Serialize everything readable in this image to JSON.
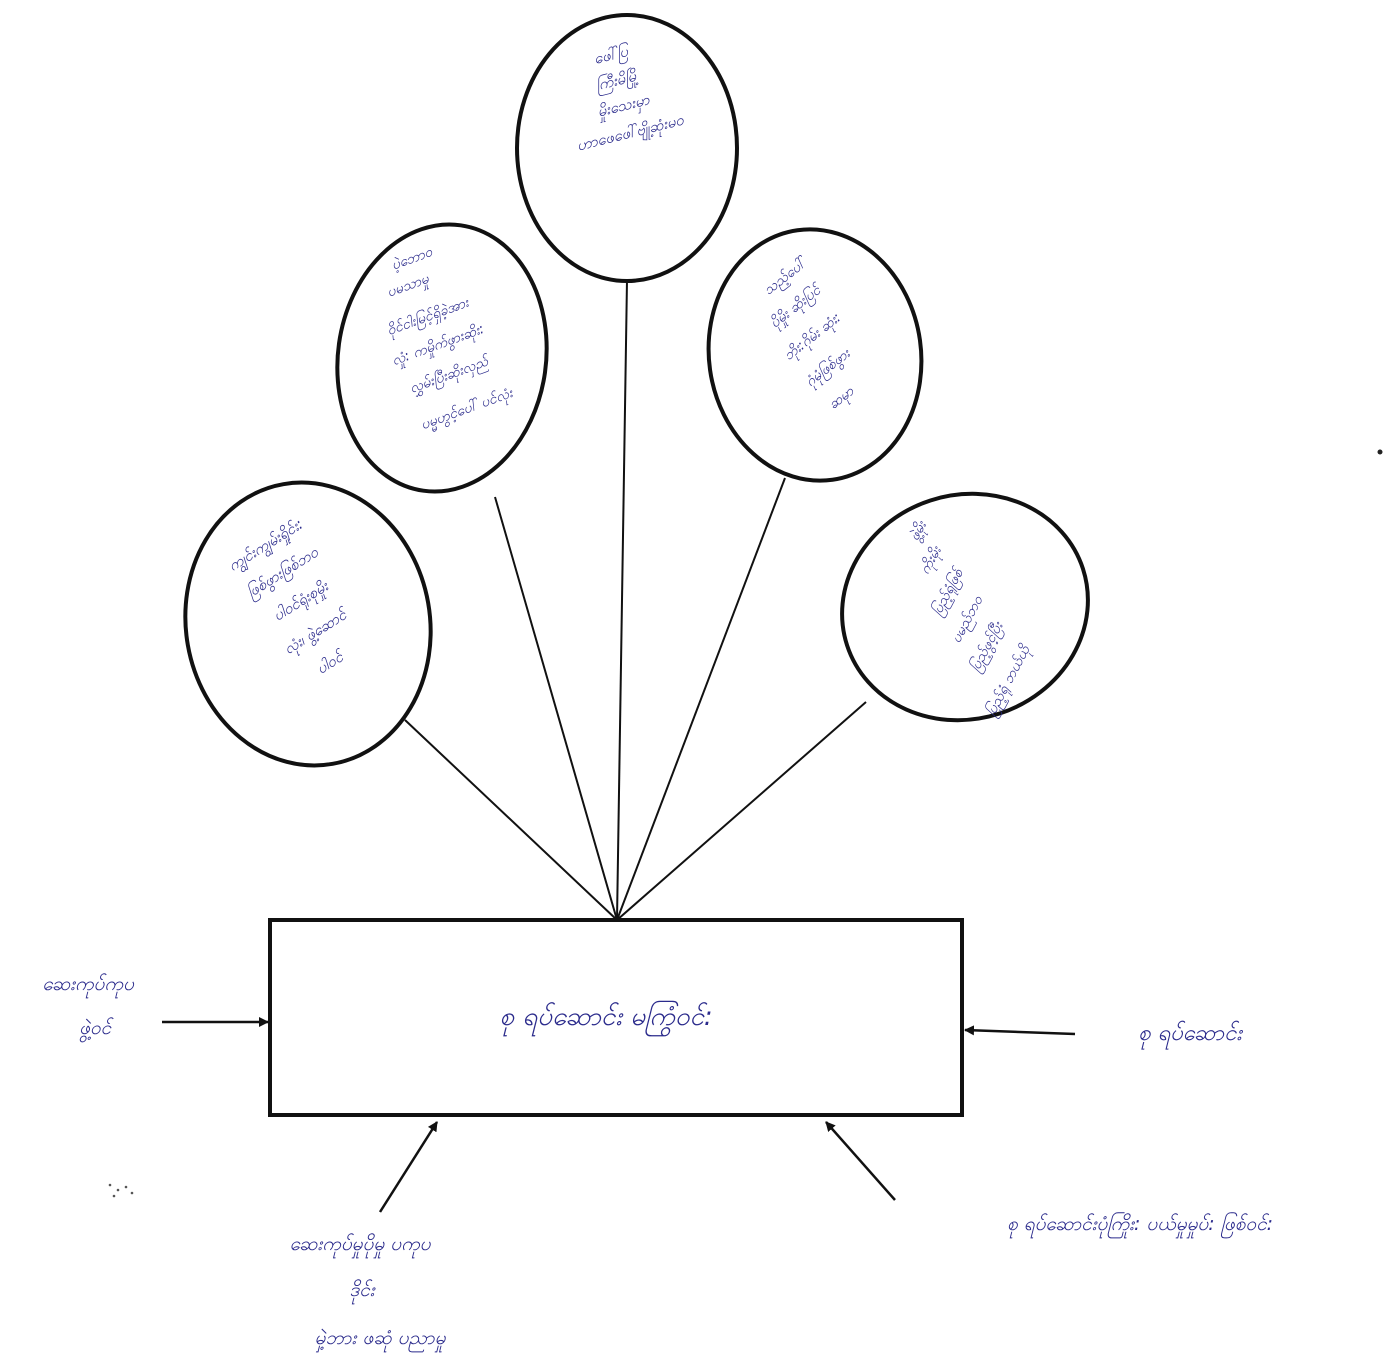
{
  "diagram": {
    "center_box": {
      "label": "စု ရပ်ဆောင်း မကြွံဝင်:"
    },
    "balloons": [
      {
        "id": "top",
        "lines": [
          "ဖေါ်ပြ",
          "ကြီးမိမြို့",
          "မှိုးသေးမှာ",
          "ဟာဖေဖေါ်ဗျို့ဆုံးမဝ"
        ]
      },
      {
        "id": "upper-left",
        "lines": [
          "ပဲ့ဘောဝ",
          "ပမသာမှု",
          "ဝိုင်ငါးမြင့်ရှိခဲ့အား",
          "လှုံ: ကမှိုက်ဖွားဆိုး:",
          "လွှမ်းပြီးဆိုးလှည်",
          "ပမ္မဟွင့်ပေါ် ပင်လုံး"
        ]
      },
      {
        "id": "upper-right",
        "lines": [
          "သည့်ပေါ်",
          "ပိုမှိုး ဆိုးပြင်",
          "ဘိုး:ဂိုမ်း ဆုံး:",
          "ဂုံမုံဖြစ်ဖွား",
          "ဆမုာ"
        ]
      },
      {
        "id": "lower-left",
        "lines": [
          "ကျွင်းကျွမ်းရှိုင်း:",
          "ဖြစ်ဖွားဖြစ်ဘဝ",
          "ပါဝင်ရုံးစုမှိုး",
          "လုံး၊ ဖွဲ့ဆောင်",
          "ပါဝင်"
        ]
      },
      {
        "id": "lower-right",
        "lines": [
          "ဖွဲ့မိုး",
          "ကိုးမိုး",
          "ပြည့်ရုံဖြစ်",
          "ပမည်ဘဝ",
          "ပြည့်ဖွင့်ပြီး",
          "ပြည့်ရုံ ဘယ်ယို"
        ]
      }
    ],
    "inputs": {
      "left": {
        "lines": [
          "ဆေးကုပ်ကုပ",
          "ဖွဲ့ဝင်"
        ]
      },
      "right": {
        "lines": [
          "စု ရပ်ဆောင်း"
        ]
      },
      "bottom_left": {
        "lines": [
          "ဆေးကုပ်မှုပိုမှု ပကုပ",
          "ဒိုင်း",
          "မှဲ့ဘား ဖဆုံ ပညာမှု"
        ]
      },
      "bottom_right": {
        "lines": [
          "စု ရပ်ဆောင်းပုံကြိုး: ပယ်မှုမှုပ်: ဖြစ်ဝင်:"
        ]
      }
    }
  }
}
